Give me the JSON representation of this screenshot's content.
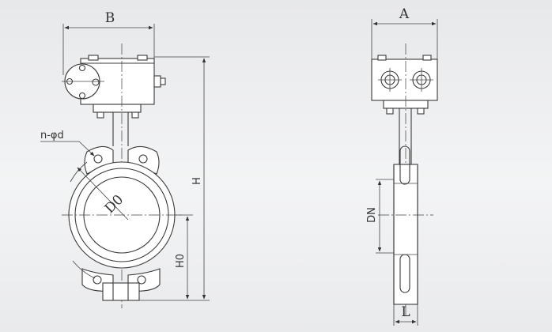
{
  "drawing": {
    "front_view": {
      "dim_B": "B",
      "dim_H": "H",
      "dim_H0": "H0",
      "hole_spec": "n-φd",
      "bore_label": "D0"
    },
    "side_view": {
      "dim_A": "A",
      "dim_DN": "DN",
      "dim_L": "L"
    }
  }
}
